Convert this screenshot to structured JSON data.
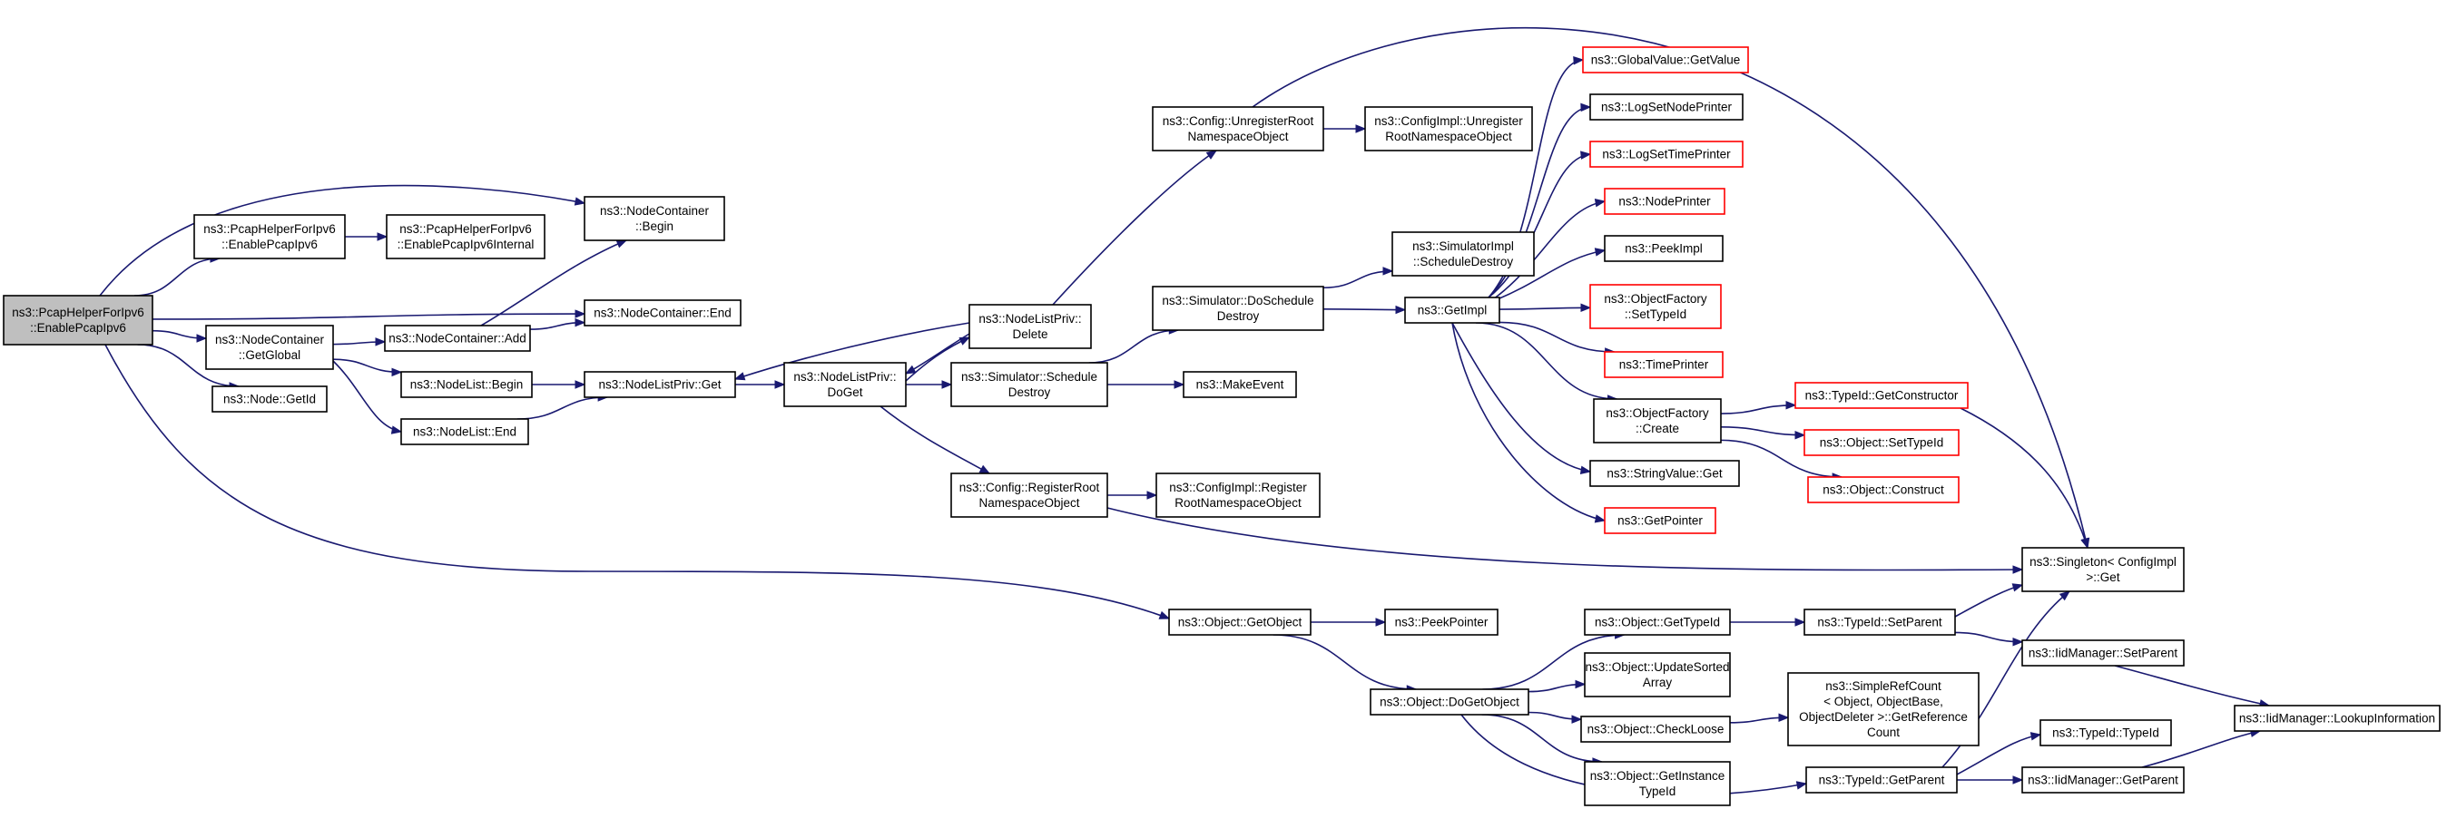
{
  "graph": {
    "colors": {
      "edge": "#191970",
      "root_fill": "#bfbfbf",
      "box_stroke": "#000000",
      "truncated_stroke": "#ff0000"
    },
    "nodes": [
      {
        "id": "root",
        "lines": [
          "ns3::PcapHelperForIpv6",
          "::EnablePcapIpv6"
        ],
        "style": "root"
      },
      {
        "id": "pcap_enable",
        "lines": [
          "ns3::PcapHelperForIpv6",
          "::EnablePcapIpv6"
        ],
        "style": "normal"
      },
      {
        "id": "pcap_internal",
        "lines": [
          "ns3::PcapHelperForIpv6",
          "::EnablePcapIpv6Internal"
        ],
        "style": "normal"
      },
      {
        "id": "nc_begin",
        "lines": [
          "ns3::NodeContainer",
          "::Begin"
        ],
        "style": "normal"
      },
      {
        "id": "nc_end",
        "lines": [
          "ns3::NodeContainer::End"
        ],
        "style": "normal"
      },
      {
        "id": "nc_getglobal",
        "lines": [
          "ns3::NodeContainer",
          "::GetGlobal"
        ],
        "style": "normal"
      },
      {
        "id": "nc_add",
        "lines": [
          "ns3::NodeContainer::Add"
        ],
        "style": "normal"
      },
      {
        "id": "nl_begin",
        "lines": [
          "ns3::NodeList::Begin"
        ],
        "style": "normal"
      },
      {
        "id": "nl_end",
        "lines": [
          "ns3::NodeList::End"
        ],
        "style": "normal"
      },
      {
        "id": "node_getid",
        "lines": [
          "ns3::Node::GetId"
        ],
        "style": "normal"
      },
      {
        "id": "nlp_get",
        "lines": [
          "ns3::NodeListPriv::Get"
        ],
        "style": "normal"
      },
      {
        "id": "nlp_doget",
        "lines": [
          "ns3::NodeListPriv::",
          "DoGet"
        ],
        "style": "normal"
      },
      {
        "id": "nlp_delete",
        "lines": [
          "ns3::NodeListPriv::",
          "Delete"
        ],
        "style": "normal"
      },
      {
        "id": "cfg_unreg",
        "lines": [
          "ns3::Config::UnregisterRoot",
          "NamespaceObject"
        ],
        "style": "normal"
      },
      {
        "id": "cfgimpl_unreg",
        "lines": [
          "ns3::ConfigImpl::Unregister",
          "RootNamespaceObject"
        ],
        "style": "normal"
      },
      {
        "id": "sim_sched",
        "lines": [
          "ns3::Simulator::Schedule",
          "Destroy"
        ],
        "style": "normal"
      },
      {
        "id": "sim_dosched",
        "lines": [
          "ns3::Simulator::DoSchedule",
          "Destroy"
        ],
        "style": "normal"
      },
      {
        "id": "simimpl_sched",
        "lines": [
          "ns3::SimulatorImpl",
          "::ScheduleDestroy"
        ],
        "style": "normal"
      },
      {
        "id": "makeevent",
        "lines": [
          "ns3::MakeEvent"
        ],
        "style": "normal"
      },
      {
        "id": "cfg_reg",
        "lines": [
          "ns3::Config::RegisterRoot",
          "NamespaceObject"
        ],
        "style": "normal"
      },
      {
        "id": "cfgimpl_reg",
        "lines": [
          "ns3::ConfigImpl::Register",
          "RootNamespaceObject"
        ],
        "style": "normal"
      },
      {
        "id": "getimpl",
        "lines": [
          "ns3::GetImpl"
        ],
        "style": "normal"
      },
      {
        "id": "gv_getvalue",
        "lines": [
          "ns3::GlobalValue::GetValue"
        ],
        "style": "red"
      },
      {
        "id": "logsetnode",
        "lines": [
          "ns3::LogSetNodePrinter"
        ],
        "style": "normal"
      },
      {
        "id": "logsettime",
        "lines": [
          "ns3::LogSetTimePrinter"
        ],
        "style": "red"
      },
      {
        "id": "nodeprinter",
        "lines": [
          "ns3::NodePrinter"
        ],
        "style": "red"
      },
      {
        "id": "peekimpl",
        "lines": [
          "ns3::PeekImpl"
        ],
        "style": "normal"
      },
      {
        "id": "of_settypeid",
        "lines": [
          "ns3::ObjectFactory",
          "::SetTypeId"
        ],
        "style": "red"
      },
      {
        "id": "timeprinter",
        "lines": [
          "ns3::TimePrinter"
        ],
        "style": "red"
      },
      {
        "id": "of_create",
        "lines": [
          "ns3::ObjectFactory",
          "::Create"
        ],
        "style": "normal"
      },
      {
        "id": "strval_get",
        "lines": [
          "ns3::StringValue::Get"
        ],
        "style": "normal"
      },
      {
        "id": "getpointer",
        "lines": [
          "ns3::GetPointer"
        ],
        "style": "red"
      },
      {
        "id": "tid_getctor",
        "lines": [
          "ns3::TypeId::GetConstructor"
        ],
        "style": "red"
      },
      {
        "id": "obj_settypeid",
        "lines": [
          "ns3::Object::SetTypeId"
        ],
        "style": "red"
      },
      {
        "id": "obj_construct",
        "lines": [
          "ns3::Object::Construct"
        ],
        "style": "red"
      },
      {
        "id": "singleton_get",
        "lines": [
          "ns3::Singleton< ConfigImpl",
          " >::Get"
        ],
        "style": "normal"
      },
      {
        "id": "obj_getobject",
        "lines": [
          "ns3::Object::GetObject"
        ],
        "style": "normal"
      },
      {
        "id": "peekpointer",
        "lines": [
          "ns3::PeekPointer"
        ],
        "style": "normal"
      },
      {
        "id": "obj_dogetobject",
        "lines": [
          "ns3::Object::DoGetObject"
        ],
        "style": "normal"
      },
      {
        "id": "obj_gettypeid",
        "lines": [
          "ns3::Object::GetTypeId"
        ],
        "style": "normal"
      },
      {
        "id": "obj_updsorted",
        "lines": [
          "ns3::Object::UpdateSorted",
          "Array"
        ],
        "style": "normal"
      },
      {
        "id": "obj_checkloose",
        "lines": [
          "ns3::Object::CheckLoose"
        ],
        "style": "normal"
      },
      {
        "id": "obj_getinst",
        "lines": [
          "ns3::Object::GetInstance",
          "TypeId"
        ],
        "style": "normal"
      },
      {
        "id": "tid_setparent",
        "lines": [
          "ns3::TypeId::SetParent"
        ],
        "style": "normal"
      },
      {
        "id": "srefcount",
        "lines": [
          "ns3::SimpleRefCount",
          "< Object, ObjectBase,",
          " ObjectDeleter >::GetReference",
          "Count"
        ],
        "style": "normal"
      },
      {
        "id": "tid_getparent",
        "lines": [
          "ns3::TypeId::GetParent"
        ],
        "style": "normal"
      },
      {
        "id": "iid_setparent",
        "lines": [
          "ns3::IidManager::SetParent"
        ],
        "style": "normal"
      },
      {
        "id": "tid_typeid",
        "lines": [
          "ns3::TypeId::TypeId"
        ],
        "style": "normal"
      },
      {
        "id": "iid_getparent",
        "lines": [
          "ns3::IidManager::GetParent"
        ],
        "style": "normal"
      },
      {
        "id": "iid_lookup",
        "lines": [
          "ns3::IidManager::LookupInformation"
        ],
        "style": "normal"
      }
    ],
    "edges": [
      [
        "root",
        "pcap_enable"
      ],
      [
        "root",
        "nc_begin"
      ],
      [
        "root",
        "nc_end"
      ],
      [
        "root",
        "nc_getglobal"
      ],
      [
        "root",
        "node_getid"
      ],
      [
        "root",
        "obj_getobject"
      ],
      [
        "pcap_enable",
        "pcap_internal"
      ],
      [
        "nc_getglobal",
        "nc_add"
      ],
      [
        "nc_getglobal",
        "nl_begin"
      ],
      [
        "nc_getglobal",
        "nl_end"
      ],
      [
        "nc_add",
        "nc_begin"
      ],
      [
        "nc_add",
        "nc_end"
      ],
      [
        "nl_begin",
        "nlp_get"
      ],
      [
        "nl_end",
        "nlp_get"
      ],
      [
        "nlp_get",
        "nlp_doget"
      ],
      [
        "nlp_doget",
        "nlp_delete"
      ],
      [
        "nlp_doget",
        "sim_sched"
      ],
      [
        "nlp_doget",
        "cfg_reg"
      ],
      [
        "nlp_delete",
        "nlp_get"
      ],
      [
        "nlp_delete",
        "nlp_doget"
      ],
      [
        "nlp_delete",
        "cfg_unreg"
      ],
      [
        "cfg_unreg",
        "cfgimpl_unreg"
      ],
      [
        "cfg_unreg",
        "singleton_get"
      ],
      [
        "sim_sched",
        "sim_dosched"
      ],
      [
        "sim_sched",
        "makeevent"
      ],
      [
        "sim_dosched",
        "simimpl_sched"
      ],
      [
        "sim_dosched",
        "getimpl"
      ],
      [
        "cfg_reg",
        "cfgimpl_reg"
      ],
      [
        "cfg_reg",
        "singleton_get"
      ],
      [
        "getimpl",
        "gv_getvalue"
      ],
      [
        "getimpl",
        "logsetnode"
      ],
      [
        "getimpl",
        "logsettime"
      ],
      [
        "getimpl",
        "nodeprinter"
      ],
      [
        "getimpl",
        "peekimpl"
      ],
      [
        "getimpl",
        "of_settypeid"
      ],
      [
        "getimpl",
        "timeprinter"
      ],
      [
        "getimpl",
        "of_create"
      ],
      [
        "getimpl",
        "strval_get"
      ],
      [
        "getimpl",
        "getpointer"
      ],
      [
        "of_create",
        "tid_getctor"
      ],
      [
        "of_create",
        "obj_settypeid"
      ],
      [
        "of_create",
        "obj_construct"
      ],
      [
        "tid_getctor",
        "singleton_get"
      ],
      [
        "obj_getobject",
        "peekpointer"
      ],
      [
        "obj_getobject",
        "obj_dogetobject"
      ],
      [
        "obj_dogetobject",
        "obj_gettypeid"
      ],
      [
        "obj_dogetobject",
        "obj_updsorted"
      ],
      [
        "obj_dogetobject",
        "obj_checkloose"
      ],
      [
        "obj_dogetobject",
        "obj_getinst"
      ],
      [
        "obj_dogetobject",
        "tid_getparent"
      ],
      [
        "obj_gettypeid",
        "tid_setparent"
      ],
      [
        "obj_checkloose",
        "srefcount"
      ],
      [
        "tid_setparent",
        "singleton_get"
      ],
      [
        "tid_setparent",
        "iid_setparent"
      ],
      [
        "tid_getparent",
        "singleton_get"
      ],
      [
        "tid_getparent",
        "tid_typeid"
      ],
      [
        "tid_getparent",
        "iid_getparent"
      ],
      [
        "iid_setparent",
        "iid_lookup"
      ],
      [
        "iid_getparent",
        "iid_lookup"
      ]
    ]
  }
}
